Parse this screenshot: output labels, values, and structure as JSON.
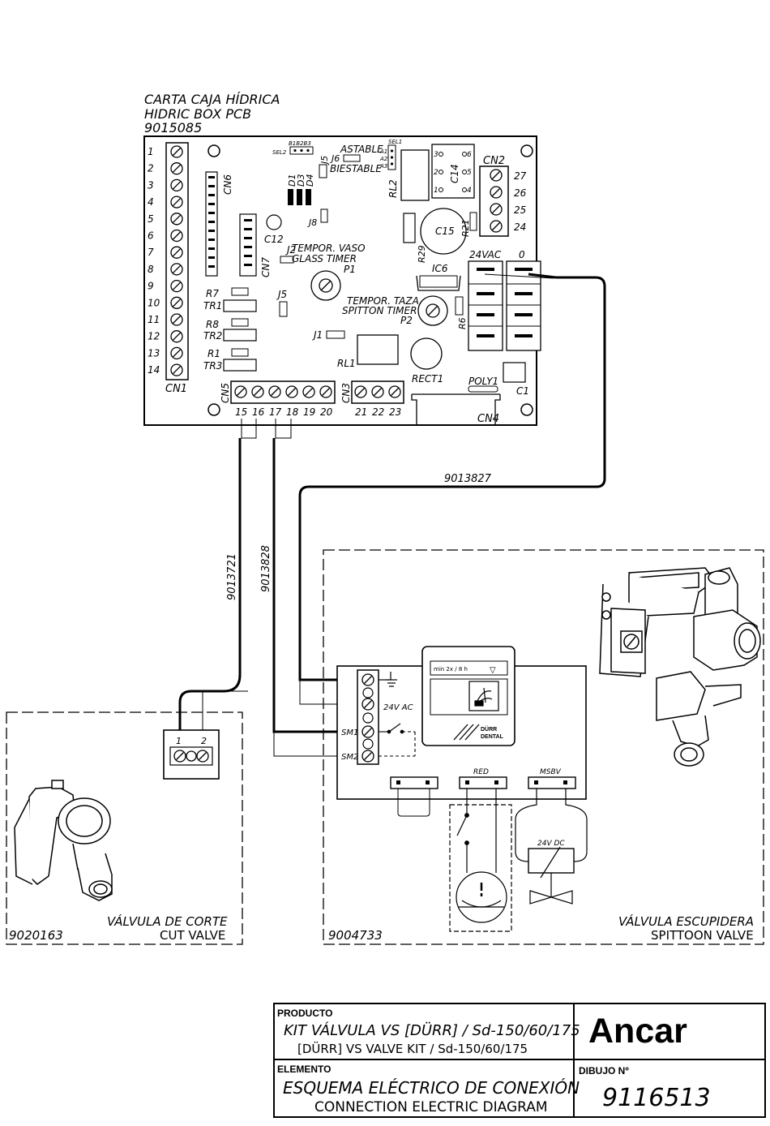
{
  "pcb": {
    "title_es": "CARTA CAJA HÍDRICA",
    "title_en": "HIDRIC BOX PCB",
    "code": "9015085",
    "cn1_pins": [
      "1",
      "2",
      "3",
      "4",
      "5",
      "6",
      "7",
      "8",
      "9",
      "10",
      "11",
      "12",
      "13",
      "14"
    ],
    "cn1_label": "CN1",
    "cn2_pins": [
      "27",
      "26",
      "25",
      "24"
    ],
    "cn2_label": "CN2",
    "cn5_label": "CN5",
    "cn5_pins": [
      "15",
      "16",
      "17",
      "18",
      "19",
      "20"
    ],
    "cn3_label": "CN3",
    "cn3_pins": [
      "21",
      "22",
      "23"
    ],
    "cn4_label": "CN4",
    "cn6_label": "CN6",
    "cn7_label": "CN7",
    "c12": "C12",
    "c15": "C15",
    "c14": "C14",
    "c1": "C1",
    "sel2": "SEL2",
    "b_labels": "B1B2B3",
    "j5a": "J5",
    "j6": "J6",
    "astable": "ASTABLE",
    "biestable": "BIESTABLE",
    "sel1": "SEL1",
    "a1": "A1",
    "a2": "A2",
    "a3": "A3",
    "rl2": "RL2",
    "d1": "D1",
    "d3": "D3",
    "d4": "D4",
    "j8": "J8",
    "j2": "J2",
    "r29": "R29",
    "r21": "R21",
    "temp_vaso_es": "TEMPOR. VASO",
    "temp_vaso_en": "GLASS TIMER",
    "p1": "P1",
    "ic6": "IC6",
    "vac24": "24VAC",
    "zero": "0",
    "r7": "R7",
    "tr1": "TR1",
    "j5b": "J5",
    "r8": "R8",
    "tr2": "TR2",
    "r1": "R1",
    "tr3": "TR3",
    "temp_taza_es": "TEMPOR. TAZA",
    "temp_taza_en": "SPITTON TIMER",
    "p2": "P2",
    "r6": "R6",
    "j1": "J1",
    "rl1": "RL1",
    "rect1": "RECT1",
    "poly1": "POLY1"
  },
  "cables": {
    "c1": "9013827",
    "c2": "9013721",
    "c3": "9013828"
  },
  "cut_valve": {
    "term1": "1",
    "term2": "2",
    "name_es": "VÁLVULA DE CORTE",
    "name_en": "CUT VALVE",
    "code": "9020163"
  },
  "spittoon": {
    "vac24": "24V AC",
    "sm1": "SM1",
    "sm2": "SM2",
    "display": "min 2x / 8 h",
    "brand1": "DÜRR",
    "brand2": "DENTAL",
    "red": "RED",
    "msbv": "MSBV",
    "vdc24": "24V DC",
    "name_es": "VÁLVULA ESCUPIDERA",
    "name_en": "SPITTOON VALVE",
    "code": "9004733"
  },
  "title_block": {
    "producto_label": "PRODUCTO",
    "producto_es": "KIT VÁLVULA VS [DÜRR] / Sd-150/60/175",
    "producto_en": "[DÜRR] VS VALVE KIT / Sd-150/60/175",
    "logo": "Ancar",
    "elemento_label": "ELEMENTO",
    "elemento_es": "ESQUEMA ELÉCTRICO DE CONEXIÓN",
    "elemento_en": "CONNECTION ELECTRIC DIAGRAM",
    "dibujo_label": "DIBUJO Nº",
    "dibujo_num": "9116513"
  }
}
